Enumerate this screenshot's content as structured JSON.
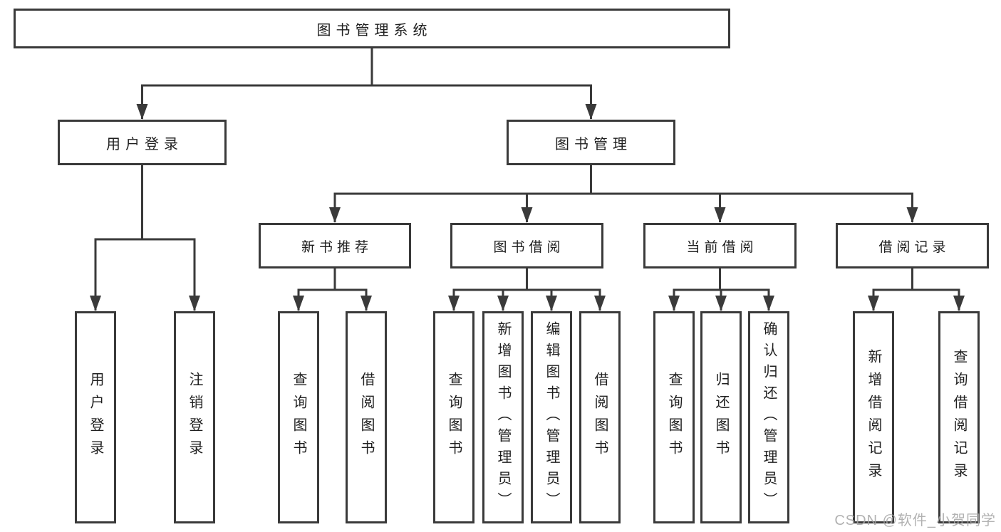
{
  "tree": {
    "root": {
      "label": "图书管理系统"
    },
    "branches": [
      {
        "label": "用户登录",
        "children": [
          {
            "label": "用户登录"
          },
          {
            "label": "注销登录"
          }
        ]
      },
      {
        "label": "图书管理",
        "children": [
          {
            "label": "新书推荐",
            "children": [
              {
                "label": "查询图书"
              },
              {
                "label": "借阅图书"
              }
            ]
          },
          {
            "label": "图书借阅",
            "children": [
              {
                "label": "查询图书"
              },
              {
                "label": "新增图书（管理员）"
              },
              {
                "label": "编辑图书（管理员）"
              },
              {
                "label": "借阅图书"
              }
            ]
          },
          {
            "label": "当前借阅",
            "children": [
              {
                "label": "查询图书"
              },
              {
                "label": "归还图书"
              },
              {
                "label": "确认归还（管理员）"
              }
            ]
          },
          {
            "label": "借阅记录",
            "children": [
              {
                "label": "新增借阅记录"
              },
              {
                "label": "查询借阅记录"
              }
            ]
          }
        ]
      }
    ]
  },
  "watermark": {
    "text": "CSDN @软件_小贺同学"
  },
  "colors": {
    "line": "#3a3a3a",
    "text": "#1f1f1f",
    "box_background": "#ffffff",
    "watermark": "#a5a5a5"
  }
}
